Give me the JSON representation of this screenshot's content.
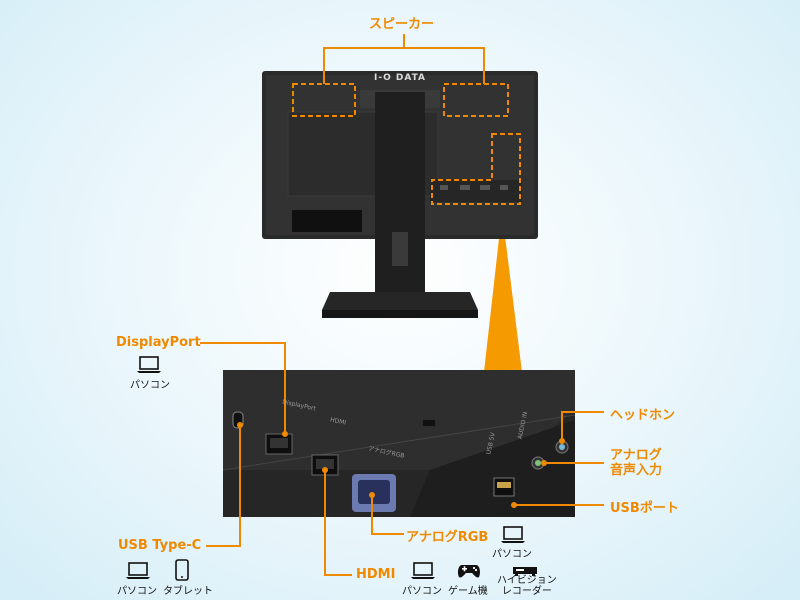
{
  "monitor": {
    "brand": "I-O DATA"
  },
  "labels": {
    "speaker": "スピーカー",
    "displayport": "DisplayPort",
    "usbc": "USB  Type-C",
    "hdmi": "HDMI",
    "analog_rgb": "アナログRGB",
    "headphone": "ヘッドホン",
    "analog_audio_line1": "アナログ",
    "analog_audio_line2": "音声入力",
    "usb_port": "USBポート"
  },
  "captions": {
    "pc": "パソコン",
    "tablet": "タブレット",
    "game": "ゲーム機",
    "recorder_line1": "ハイビジョン",
    "recorder_line2": "レコーダー"
  },
  "port_panel": {
    "dp_text": "DisplayPort",
    "hdmi_text": "HDMI",
    "analog_text": "アナログRGB",
    "audio_text": "AUDIO IN",
    "usb_text": "USB 5V"
  },
  "colors": {
    "accent": "#ef8a00",
    "panel": "#2b2b2b",
    "background": "#e3f3f9"
  },
  "icons": [
    "laptop-icon",
    "tablet-icon",
    "gamepad-icon",
    "recorder-icon",
    "headphone-icon"
  ]
}
